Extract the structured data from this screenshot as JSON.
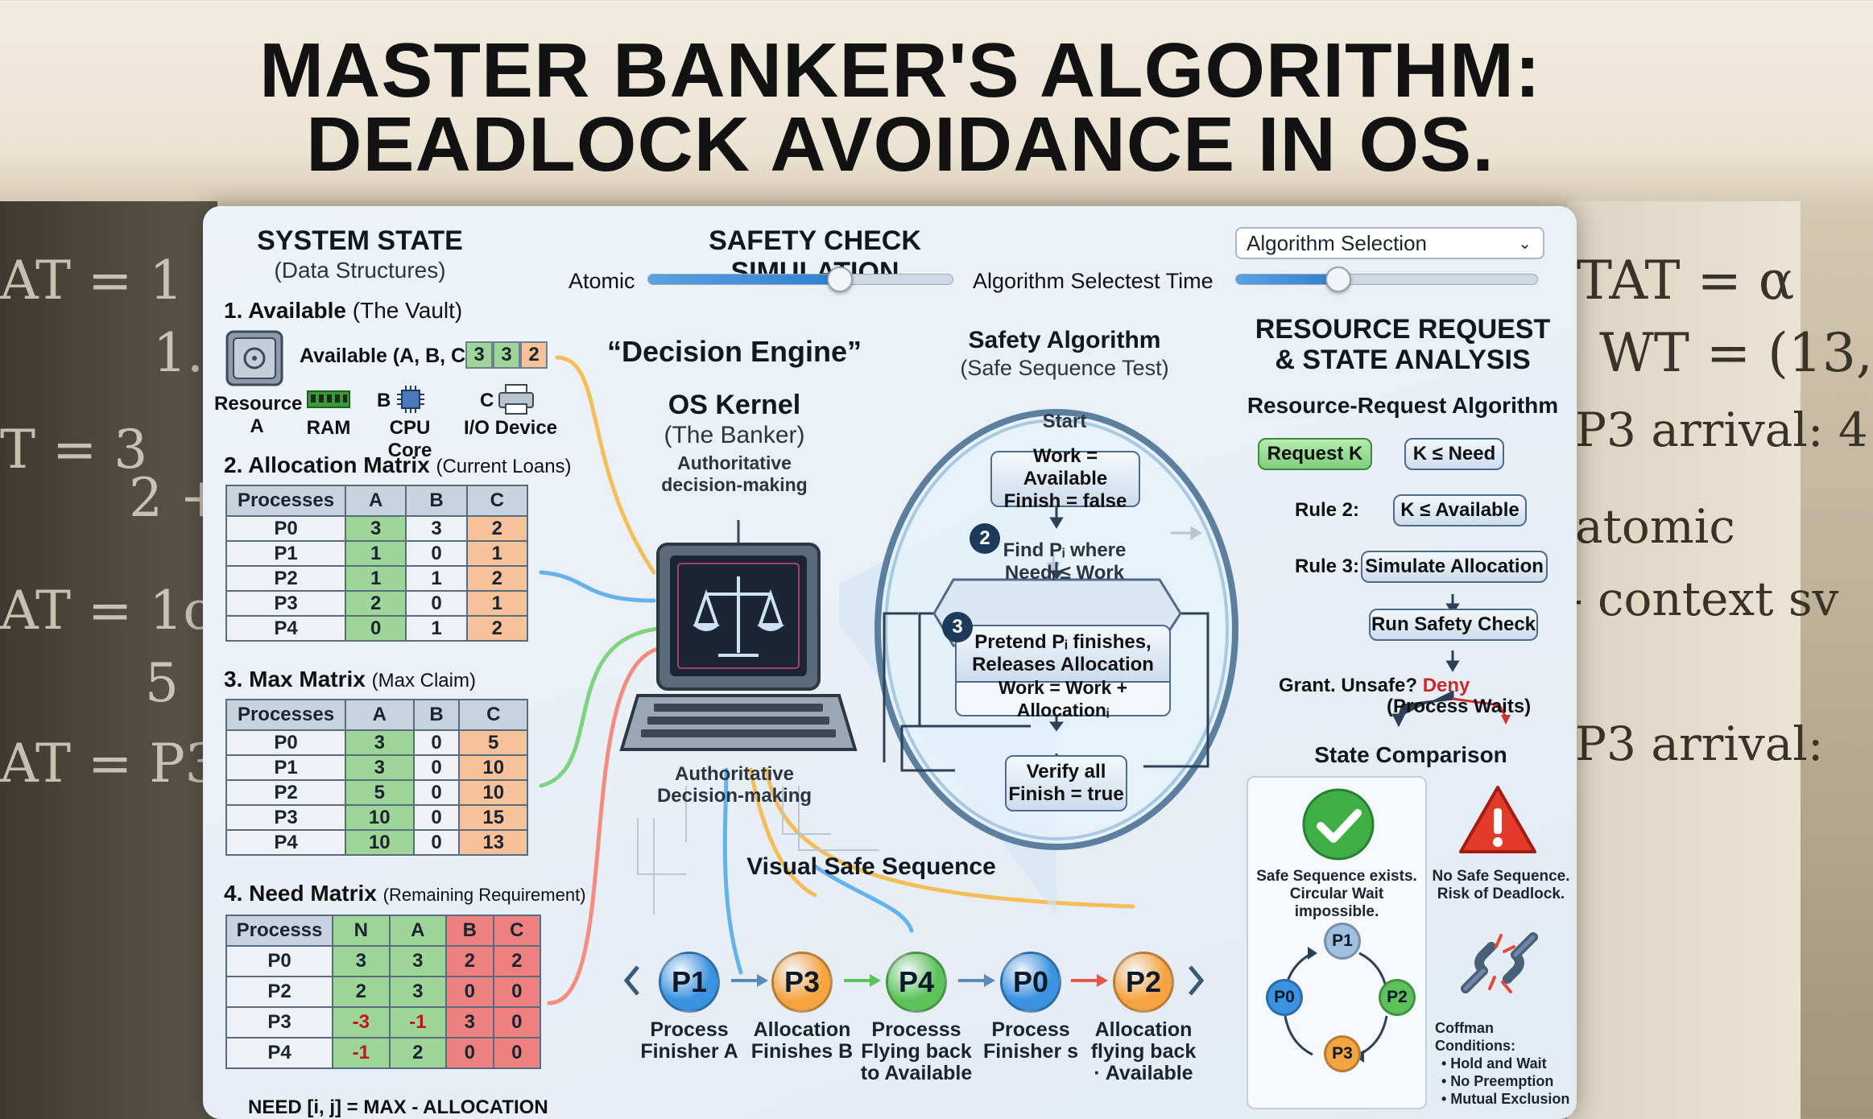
{
  "title": {
    "line1": "MASTER BANKER'S ALGORITHM:",
    "line2": "DEADLOCK AVOIDANCE IN OS."
  },
  "chalkboard": {
    "left": [
      "AT = 1",
      "1.",
      "T = 3",
      "2 +",
      "AT = 1o",
      "5",
      "AT = P3"
    ],
    "right": [
      "TAT = α",
      "WT = (13,",
      "P3 arrival: 4",
      "atomic",
      "- context sv",
      "P3 arrival:"
    ]
  },
  "system_state": {
    "title": "SYSTEM STATE",
    "subtitle": "(Data Structures)",
    "available": {
      "heading": "1. Available",
      "heading_note": "(The Vault)",
      "label": "Available (A, B, C):",
      "values": [
        "3",
        "3",
        "2"
      ],
      "resources": [
        {
          "letter": "Resource A",
          "name": "RAM",
          "icon": "ram-icon"
        },
        {
          "letter": "B",
          "name": "CPU Core",
          "icon": "cpu-icon"
        },
        {
          "letter": "C",
          "name": "I/O Device",
          "icon": "printer-icon"
        }
      ],
      "resource_label_1": "Resource",
      "resource_label_2": "A"
    },
    "allocation": {
      "heading": "2. Allocation Matrix",
      "heading_note": "(Current Loans)",
      "columns": [
        "Processes",
        "A",
        "B",
        "C"
      ],
      "rows": [
        [
          "P0",
          "3",
          "3",
          "2"
        ],
        [
          "P1",
          "1",
          "0",
          "1"
        ],
        [
          "P2",
          "1",
          "1",
          "2"
        ],
        [
          "P3",
          "2",
          "0",
          "1"
        ],
        [
          "P4",
          "0",
          "1",
          "2"
        ]
      ]
    },
    "max": {
      "heading": "3. Max Matrix",
      "heading_note": "(Max Claim)",
      "columns": [
        "Processes",
        "A",
        "B",
        "C"
      ],
      "rows": [
        [
          "P0",
          "3",
          "0",
          "5"
        ],
        [
          "P1",
          "3",
          "0",
          "10"
        ],
        [
          "P2",
          "5",
          "0",
          "10"
        ],
        [
          "P3",
          "10",
          "0",
          "15"
        ],
        [
          "P4",
          "10",
          "0",
          "13"
        ]
      ]
    },
    "need": {
      "heading": "4. Need Matrix",
      "heading_note": "(Remaining Requirement)",
      "columns": [
        "Processs",
        "N",
        "A",
        "B",
        "C"
      ],
      "rows": [
        [
          "P0",
          "3",
          "3",
          "2",
          "2"
        ],
        [
          "P2",
          "2",
          "3",
          "0",
          "0"
        ],
        [
          "P3",
          "-3",
          "-1",
          "3",
          "0"
        ],
        [
          "P4",
          "-1",
          "2",
          "0",
          "0"
        ]
      ],
      "formula": "NEED [i, j] = MAX - ALLOCATION"
    }
  },
  "simulation": {
    "title": "SAFETY CHECK SIMULATION",
    "slider1_label": "Atomic",
    "slider1_value": 0.63,
    "slider2_label": "Algorithm Selectest Time",
    "slider2_value": 0.34,
    "select_value": "Algorithm Selection"
  },
  "engine": {
    "title": "“Decision Engine”",
    "kernel": "OS Kernel",
    "banker": "(The Banker)",
    "auth1": "Authoritative",
    "auth2": "decision-making",
    "auth3": "Authoritative",
    "auth4": "Decision-making"
  },
  "safety": {
    "title": "Safety Algorithm",
    "subtitle": "(Safe Sequence Test)",
    "start": "Start",
    "step1a": "Work = Available",
    "step1b": "Finish = false",
    "step2a": "Find Pᵢ where",
    "step2b": "Needᵢ ≤ Work",
    "step3a": "Pretend Pᵢ finishes,",
    "step3b": "Releases Allocation",
    "step3c": "Work = Work + Allocationᵢ",
    "step4a": "Verify all",
    "step4b": "Finish = true",
    "badge2": "2",
    "badge3": "3"
  },
  "sequence": {
    "title": "Visual Safe Sequence",
    "items": [
      {
        "id": "P1",
        "color": "#3a92e0",
        "l1": "Process",
        "l2": "Finisher A",
        "l3": ""
      },
      {
        "id": "P3",
        "color": "#f5a442",
        "l1": "Allocation",
        "l2": "Finishes B",
        "l3": ""
      },
      {
        "id": "P4",
        "color": "#5cc35a",
        "l1": "Processs",
        "l2": "Flying back",
        "l3": "to Available"
      },
      {
        "id": "P0",
        "color": "#3a92e0",
        "l1": "Process",
        "l2": "Finisher s",
        "l3": ""
      },
      {
        "id": "P2",
        "color": "#f5a442",
        "l1": "Allocation",
        "l2": "flying back",
        "l3": "· Available"
      }
    ]
  },
  "request": {
    "title1": "RESOURCE REQUEST",
    "title2": "& STATE ANALYSIS",
    "subtitle": "Resource-Request Algorithm",
    "request_k": "Request K",
    "k_need": "K ≤ Need",
    "rule2": "Rule 2:",
    "k_avail": "K ≤ Available",
    "rule3": "Rule 3:",
    "simulate": "Simulate Allocation",
    "run": "Run Safety Check",
    "grant": "Grant. Unsafe?",
    "deny": "Deny",
    "waits": "(Process Waits)"
  },
  "comparison": {
    "title": "State Comparison",
    "safe1": "Safe Sequence exists.",
    "safe2": "Circular Wait impossible.",
    "unsafe1": "No Safe Sequence.",
    "unsafe2": "Risk of Deadlock.",
    "cycle": [
      "P1",
      "P2",
      "P3",
      "P0"
    ],
    "coffman_title": "Coffman Conditions:",
    "coffman": [
      "• Hold and Wait",
      "• No Preemption",
      "• Mutual Exclusion"
    ]
  }
}
